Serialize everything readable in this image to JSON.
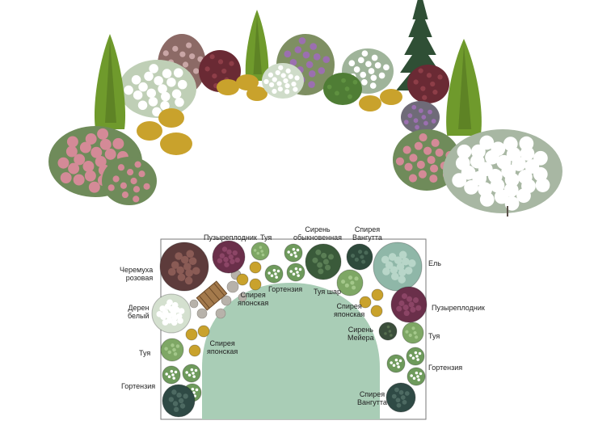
{
  "labels": {
    "cheremukha": "Черемуха\nрозовая",
    "deren": "Дерен\nбелый",
    "tuya_left": "Туя",
    "gortenziya_left": "Гортензия",
    "puzyreplodnik_top": "Пузыреплодник",
    "tuya_top": "Туя",
    "siren": "Сирень\nобыкновенная",
    "spireya_vangutta_top": "Спирея\nВангутта",
    "el": "Ель",
    "gortenziya_center": "Гортензия",
    "tuya_shar": "Туя шар",
    "spireya_yaponskaya_center": "Спирея\nяпонская",
    "spireya_yaponskaya_left": "Спирея\nяпонская",
    "spireya_yaponskaya_right": "Спирея\nяпонская",
    "puzyreplodnik_right": "Пузыреплодник",
    "spireya_meyera": "Сирень\nМейера",
    "tuya_right": "Туя",
    "gortenziya_right": "Гортензия",
    "spireya_vangutta_bottom": "Спирея\nВангутта"
  },
  "colors": {
    "lawn": "#a9cdb6",
    "thuja": "#6f9a2c",
    "spruce": "#2f4f35",
    "hydrangea_pink": "#d48a97",
    "spirea_white": "#eef2ec",
    "barberry": "#6a2a34",
    "lilac": "#9b6fb0",
    "yellow_spirea": "#c9a22c",
    "path_stone": "#b7b2aa",
    "bench": "#a47a4c"
  }
}
